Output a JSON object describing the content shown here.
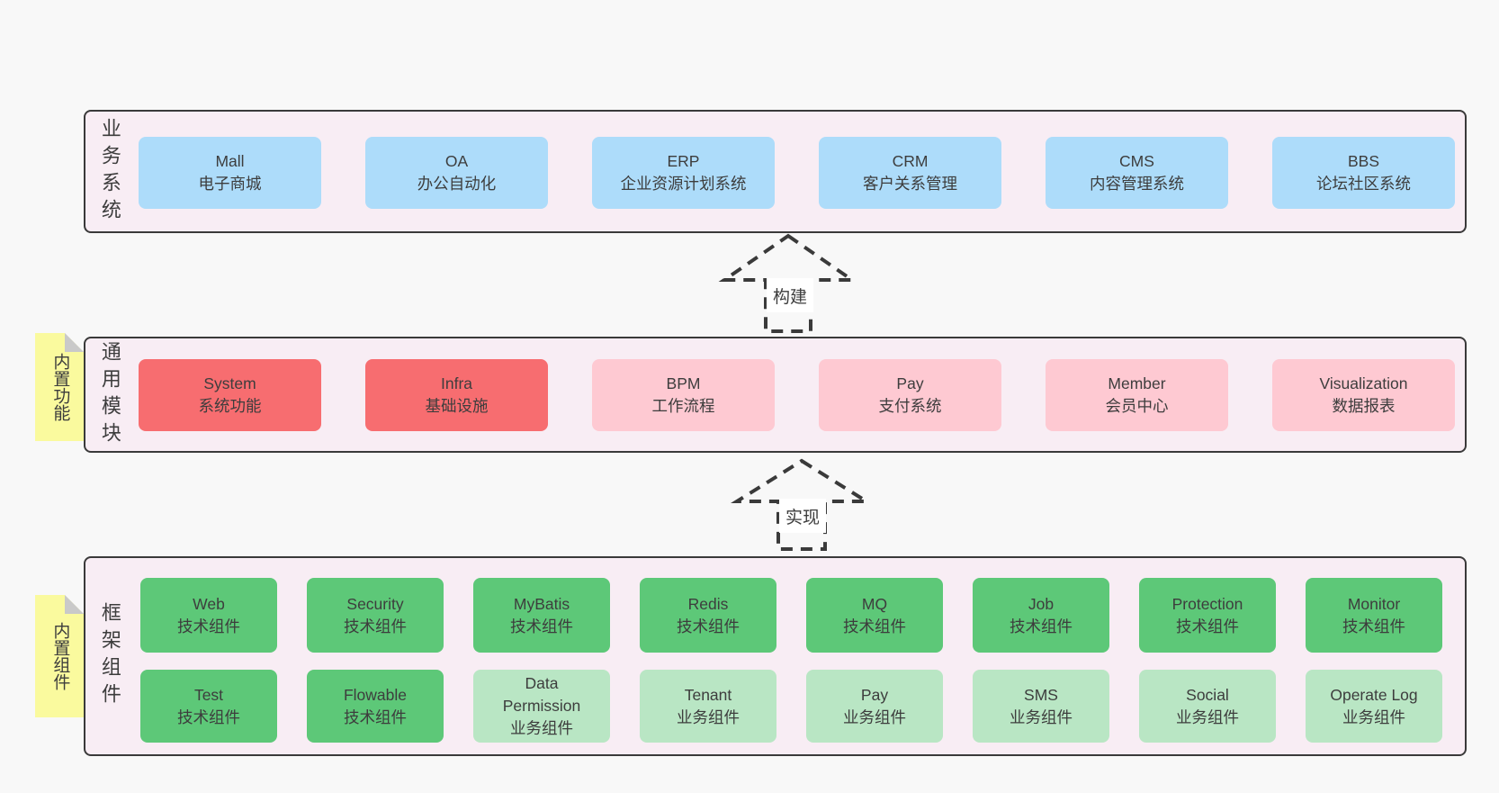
{
  "colors": {
    "page-bg": "#f8f8f8",
    "band-bg": "#f8edf4",
    "line": "#3a3a3a",
    "text": "#3d3d3d",
    "blue": "#addcfa",
    "red": "#f76d70",
    "pink": "#fec9d2",
    "green": "#5dc878",
    "lightgreen": "#b9e6c4",
    "sticky": "#fafa9e",
    "fold": "#c9c9c9"
  },
  "arrows": [
    {
      "label": "构建"
    },
    {
      "label": "实现"
    }
  ],
  "stickies": [
    {
      "label": "内置功能"
    },
    {
      "label": "内置组件"
    }
  ],
  "bands": [
    {
      "label": "业务系统",
      "boxes": [
        {
          "title": "Mall",
          "subtitle": "电子商城",
          "variant": "blue"
        },
        {
          "title": "OA",
          "subtitle": "办公自动化",
          "variant": "blue"
        },
        {
          "title": "ERP",
          "subtitle": "企业资源计划系统",
          "variant": "blue"
        },
        {
          "title": "CRM",
          "subtitle": "客户关系管理",
          "variant": "blue"
        },
        {
          "title": "CMS",
          "subtitle": "内容管理系统",
          "variant": "blue"
        },
        {
          "title": "BBS",
          "subtitle": "论坛社区系统",
          "variant": "blue"
        }
      ]
    },
    {
      "label": "通用模块",
      "boxes": [
        {
          "title": "System",
          "subtitle": "系统功能",
          "variant": "red"
        },
        {
          "title": "Infra",
          "subtitle": "基础设施",
          "variant": "red"
        },
        {
          "title": "BPM",
          "subtitle": "工作流程",
          "variant": "pink"
        },
        {
          "title": "Pay",
          "subtitle": "支付系统",
          "variant": "pink"
        },
        {
          "title": "Member",
          "subtitle": "会员中心",
          "variant": "pink"
        },
        {
          "title": "Visualization",
          "subtitle": "数据报表",
          "variant": "pink"
        }
      ]
    },
    {
      "label": "框架组件",
      "rows": [
        [
          {
            "title": "Web",
            "subtitle": "技术组件",
            "variant": "green"
          },
          {
            "title": "Security",
            "subtitle": "技术组件",
            "variant": "green"
          },
          {
            "title": "MyBatis",
            "subtitle": "技术组件",
            "variant": "green"
          },
          {
            "title": "Redis",
            "subtitle": "技术组件",
            "variant": "green"
          },
          {
            "title": "MQ",
            "subtitle": "技术组件",
            "variant": "green"
          },
          {
            "title": "Job",
            "subtitle": "技术组件",
            "variant": "green"
          },
          {
            "title": "Protection",
            "subtitle": "技术组件",
            "variant": "green"
          },
          {
            "title": "Monitor",
            "subtitle": "技术组件",
            "variant": "green"
          }
        ],
        [
          {
            "title": "Test",
            "subtitle": "技术组件",
            "variant": "green"
          },
          {
            "title": "Flowable",
            "subtitle": "技术组件",
            "variant": "green"
          },
          {
            "title": "Data Permission",
            "subtitle": "业务组件",
            "variant": "lightgreen"
          },
          {
            "title": "Tenant",
            "subtitle": "业务组件",
            "variant": "lightgreen"
          },
          {
            "title": "Pay",
            "subtitle": "业务组件",
            "variant": "lightgreen"
          },
          {
            "title": "SMS",
            "subtitle": "业务组件",
            "variant": "lightgreen"
          },
          {
            "title": "Social",
            "subtitle": "业务组件",
            "variant": "lightgreen"
          },
          {
            "title": "Operate Log",
            "subtitle": "业务组件",
            "variant": "lightgreen"
          }
        ]
      ]
    }
  ]
}
